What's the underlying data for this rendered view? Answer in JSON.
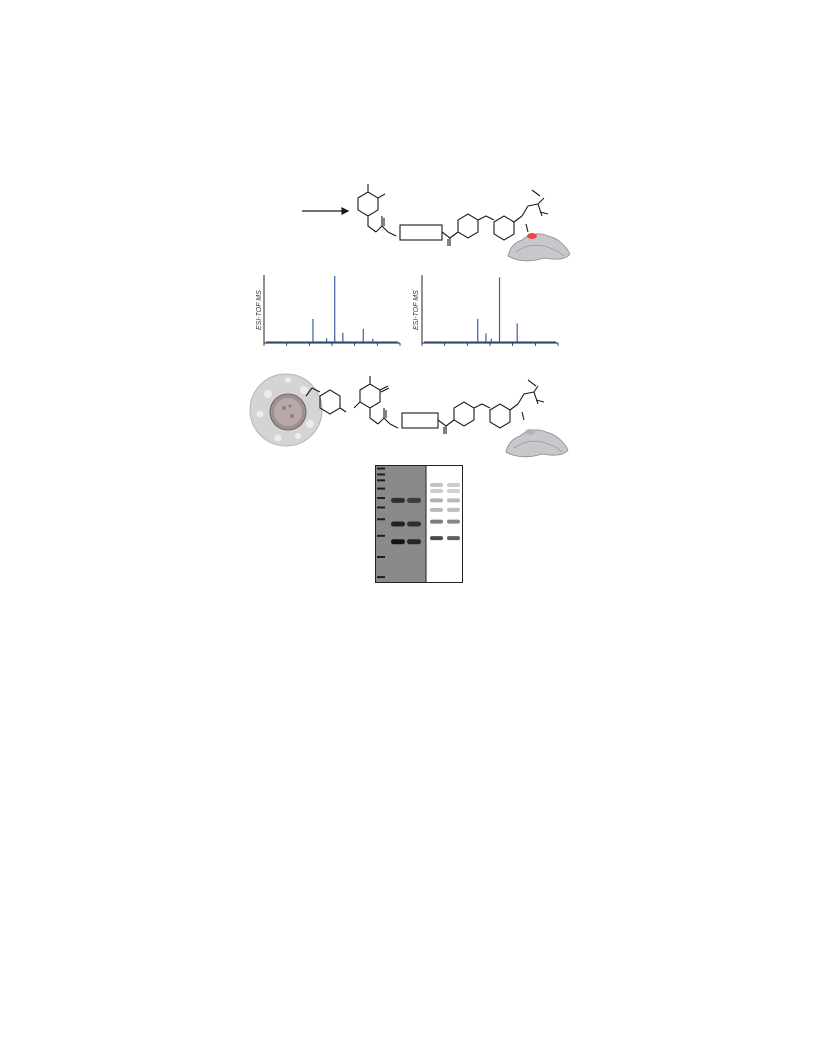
{
  "figure": {
    "spectrum_left": {
      "ylabel": "ESI-TOF MS",
      "peaks": [
        {
          "pos": 0.36,
          "height": 0.35
        },
        {
          "pos": 0.46,
          "height": 0.06
        },
        {
          "pos": 0.52,
          "height": 1.0
        },
        {
          "pos": 0.58,
          "height": 0.14
        },
        {
          "pos": 0.73,
          "height": 0.2
        },
        {
          "pos": 0.8,
          "height": 0.05
        }
      ]
    },
    "spectrum_right": {
      "ylabel": "ESI-TOF MS",
      "peaks": [
        {
          "pos": 0.41,
          "height": 0.35
        },
        {
          "pos": 0.47,
          "height": 0.13
        },
        {
          "pos": 0.51,
          "height": 0.05
        },
        {
          "pos": 0.57,
          "height": 0.98
        },
        {
          "pos": 0.7,
          "height": 0.28
        }
      ]
    },
    "gel": {
      "ladder_bands": [
        0.03,
        0.08,
        0.13,
        0.2,
        0.28,
        0.36,
        0.46,
        0.6,
        0.78,
        0.95
      ],
      "left_panel_lanes": [
        {
          "bands": [
            {
              "y": 0.3,
              "i": 0.7
            },
            {
              "y": 0.5,
              "i": 0.85
            },
            {
              "y": 0.65,
              "i": 1.0
            }
          ]
        },
        {
          "bands": [
            {
              "y": 0.3,
              "i": 0.55
            },
            {
              "y": 0.5,
              "i": 0.7
            },
            {
              "y": 0.65,
              "i": 0.8
            }
          ]
        }
      ],
      "right_panel_lanes": [
        {
          "bands": [
            {
              "y": 0.17,
              "i": 0.25
            },
            {
              "y": 0.22,
              "i": 0.2
            },
            {
              "y": 0.3,
              "i": 0.35
            },
            {
              "y": 0.38,
              "i": 0.3
            },
            {
              "y": 0.48,
              "i": 0.6
            },
            {
              "y": 0.62,
              "i": 0.85
            }
          ]
        },
        {
          "bands": [
            {
              "y": 0.17,
              "i": 0.2
            },
            {
              "y": 0.22,
              "i": 0.18
            },
            {
              "y": 0.3,
              "i": 0.3
            },
            {
              "y": 0.38,
              "i": 0.28
            },
            {
              "y": 0.48,
              "i": 0.55
            },
            {
              "y": 0.62,
              "i": 0.75
            }
          ]
        }
      ]
    },
    "colors": {
      "spectrum": "#3a5f9e",
      "structure": "#1a1a1a",
      "modification": "#e84a4a",
      "gel_dark": "#2a2a2a"
    }
  }
}
